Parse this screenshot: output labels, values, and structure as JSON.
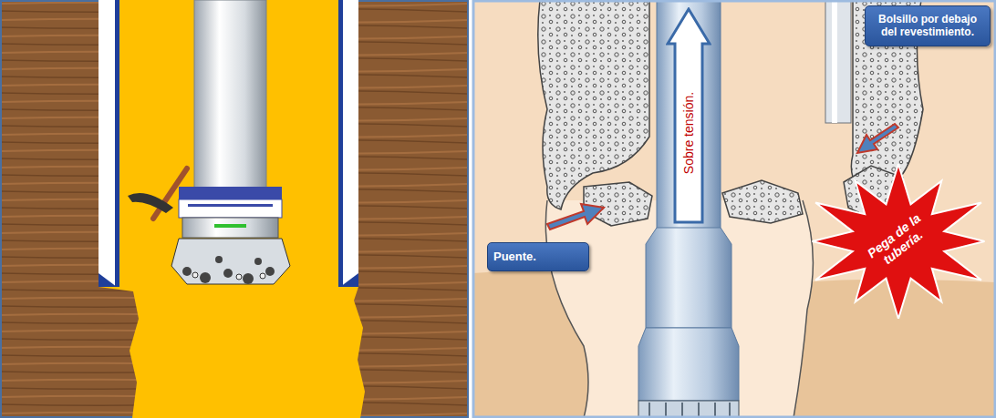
{
  "diagram": {
    "nodes": [
      {
        "text": [
          "Sobre tensión."
        ]
      },
      {
        "text": [
          "Bolsillo por debajo del revestimiento."
        ]
      },
      {
        "text": [
          "Puente."
        ]
      },
      {
        "text": [
          "Pega de la tubería."
        ]
      }
    ]
  }
}
